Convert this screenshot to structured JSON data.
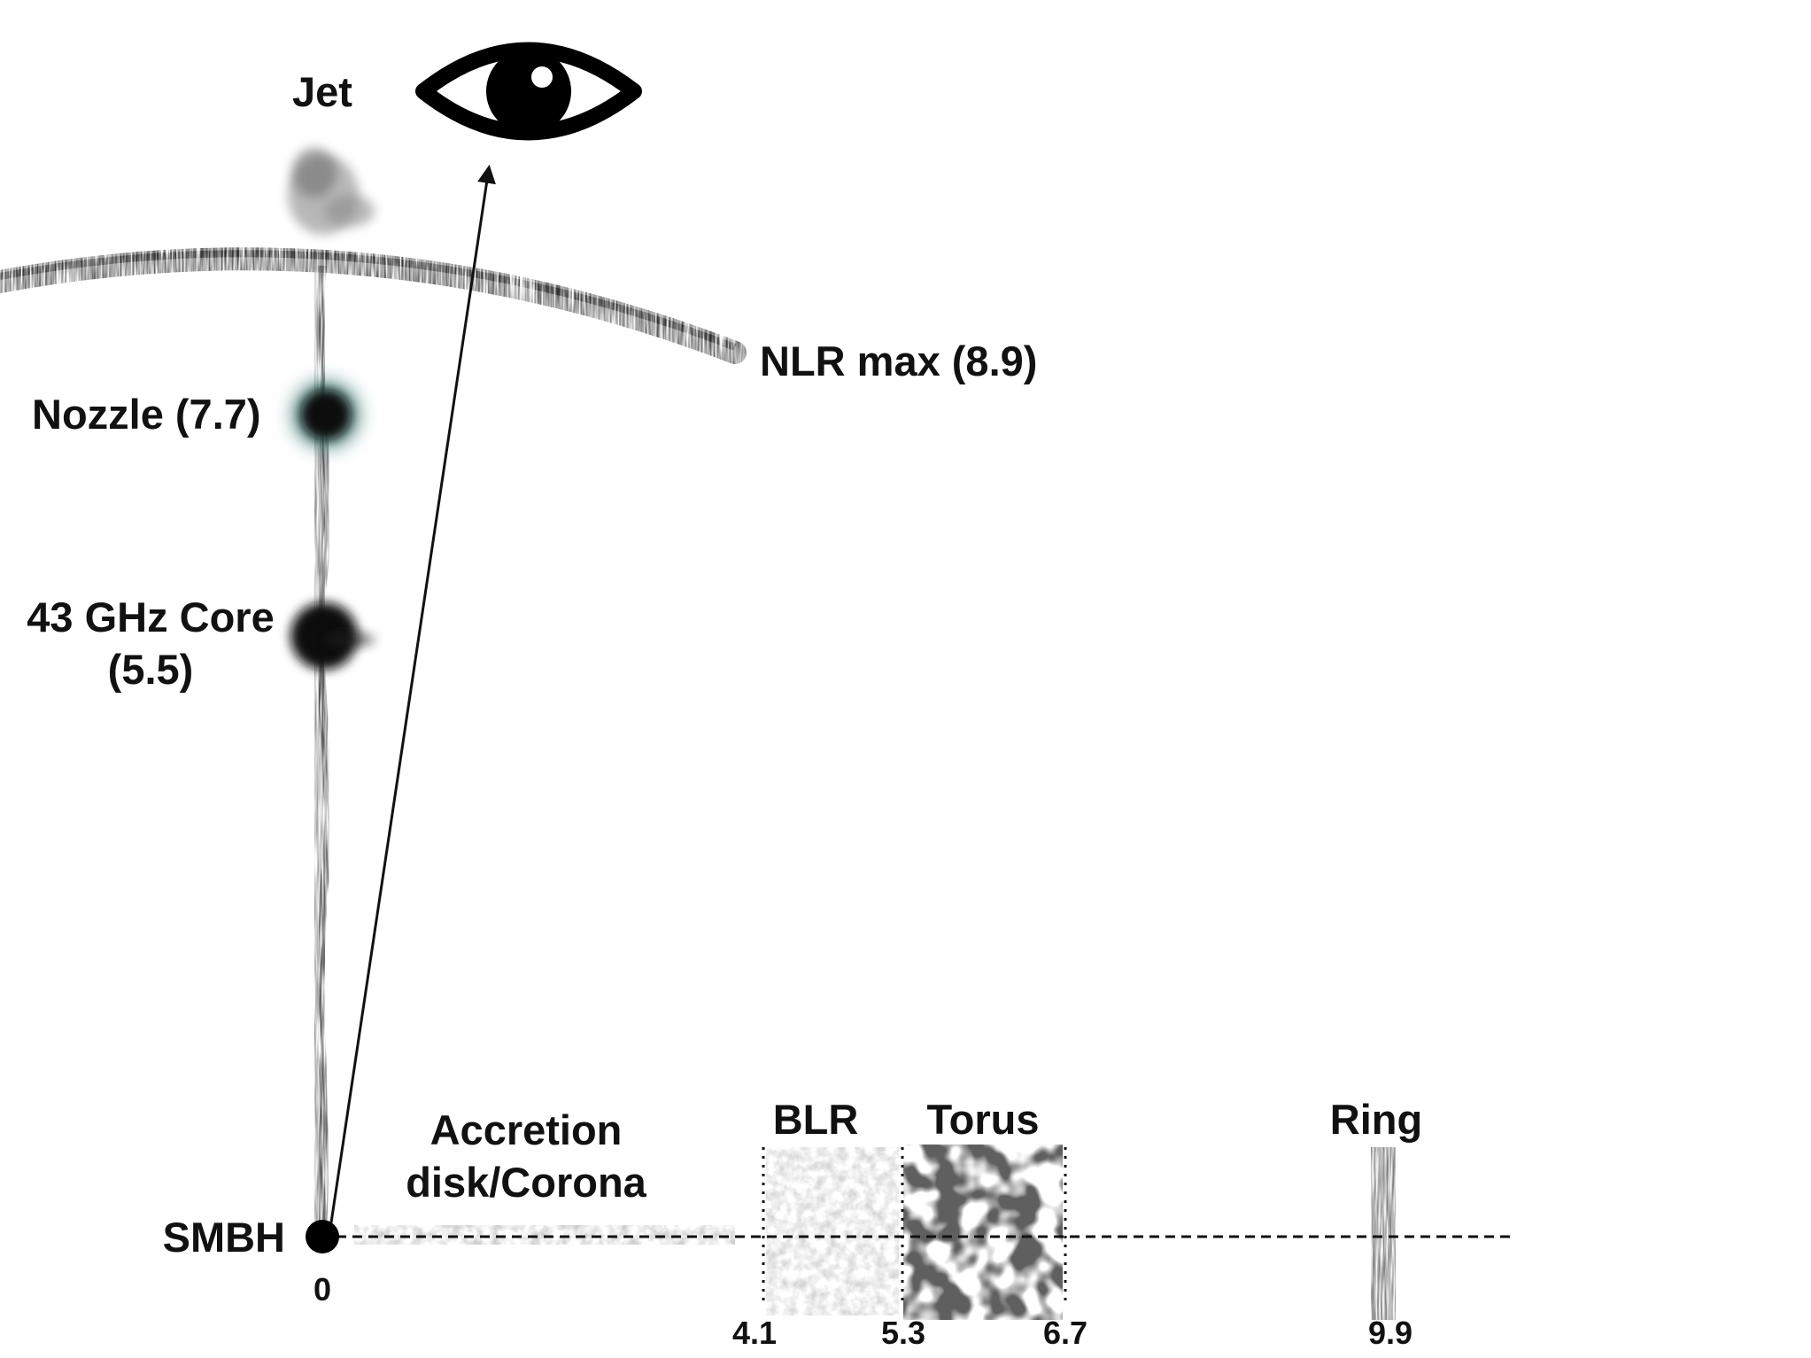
{
  "labels": {
    "jet": "Jet",
    "nlr": "NLR max (8.9)",
    "nozzle": "Nozzle (7.7)",
    "core_line1": "43 GHz Core",
    "core_line2": "(5.5)",
    "smbh": "SMBH",
    "accretion_line1": "Accretion",
    "accretion_line2": "disk/Corona",
    "blr": "BLR",
    "torus": "Torus",
    "ring": "Ring"
  },
  "ticks": {
    "origin": "0",
    "blr_inner": "4.1",
    "blr_outer": "5.3",
    "torus_outer": "6.7",
    "ring": "9.9"
  },
  "colors": {
    "ink": "#111111",
    "jet_gray": "#6f6f6f",
    "disk_gray": "#cfcfcf",
    "blr_gray": "#d6d6d6",
    "torus_gray": "#5e5e5e",
    "ring_gray": "#7a7a7a",
    "nozzle_tint": "#2f6f6a"
  },
  "icons": {
    "observer": "eye-icon"
  }
}
